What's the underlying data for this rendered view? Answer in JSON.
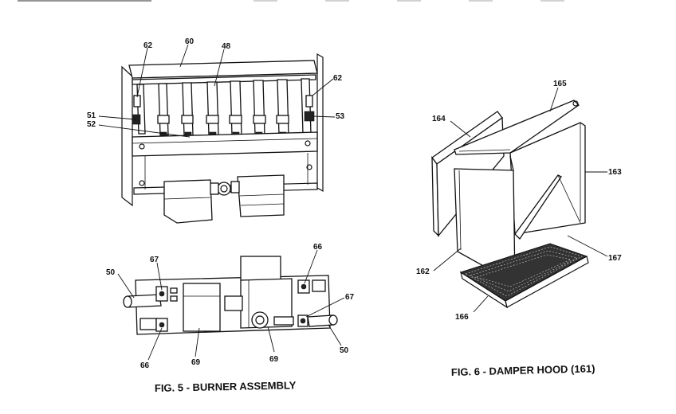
{
  "figures": {
    "fig5": {
      "caption": "FIG. 5 - BURNER ASSEMBLY",
      "callouts": {
        "c62_left": "62",
        "c60": "60",
        "c48": "48",
        "c62_right": "62",
        "c51": "51",
        "c52": "52",
        "c53": "53",
        "c50_left": "50",
        "c67_left": "67",
        "c66_top": "66",
        "c67_right": "67",
        "c66_bottom": "66",
        "c69_left": "69",
        "c69_right": "69",
        "c50_right": "50"
      }
    },
    "fig6": {
      "caption": "FIG. 6 - DAMPER HOOD (161)",
      "callouts": {
        "c165": "165",
        "c164": "164",
        "c163": "163",
        "c162": "162",
        "c167": "167",
        "c166": "166"
      }
    }
  }
}
